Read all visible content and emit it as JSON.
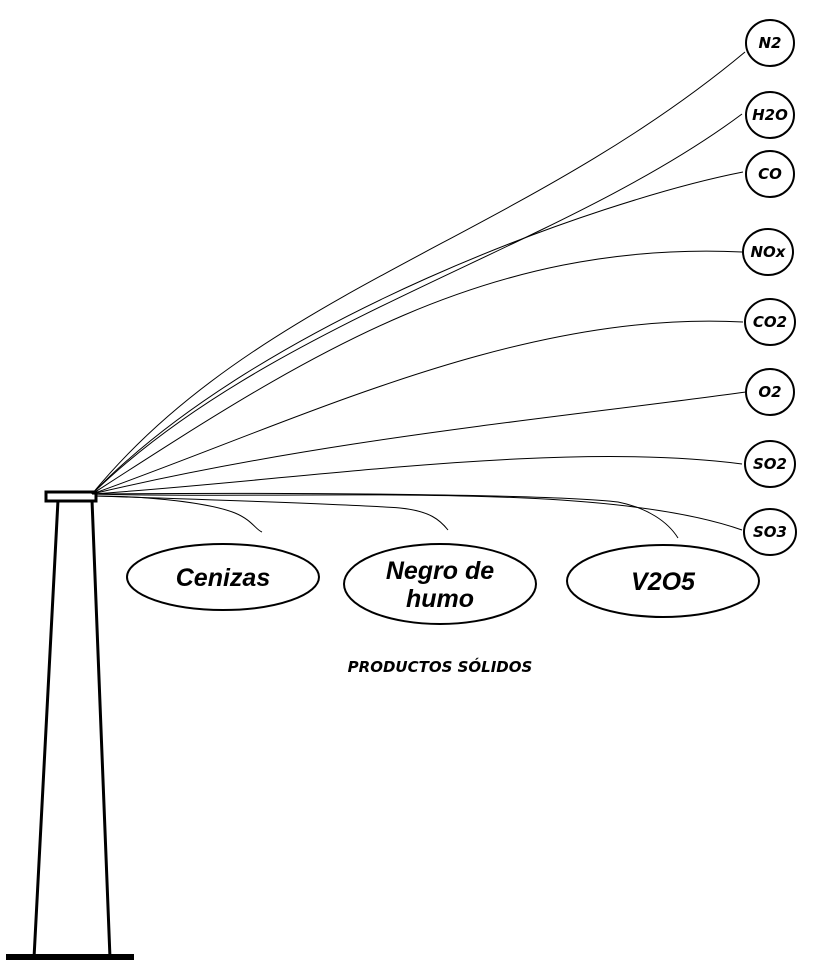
{
  "gases": [
    {
      "label": "N2"
    },
    {
      "label": "H2O"
    },
    {
      "label": "CO"
    },
    {
      "label": "NOx"
    },
    {
      "label": "CO2"
    },
    {
      "label": "O2"
    },
    {
      "label": "SO2"
    },
    {
      "label": "SO3"
    }
  ],
  "solids": [
    {
      "lines": [
        "Cenizas"
      ]
    },
    {
      "lines": [
        "Negro de",
        "humo"
      ]
    },
    {
      "lines": [
        "V2O5"
      ]
    }
  ],
  "caption": "PRODUCTOS SÓLIDOS"
}
